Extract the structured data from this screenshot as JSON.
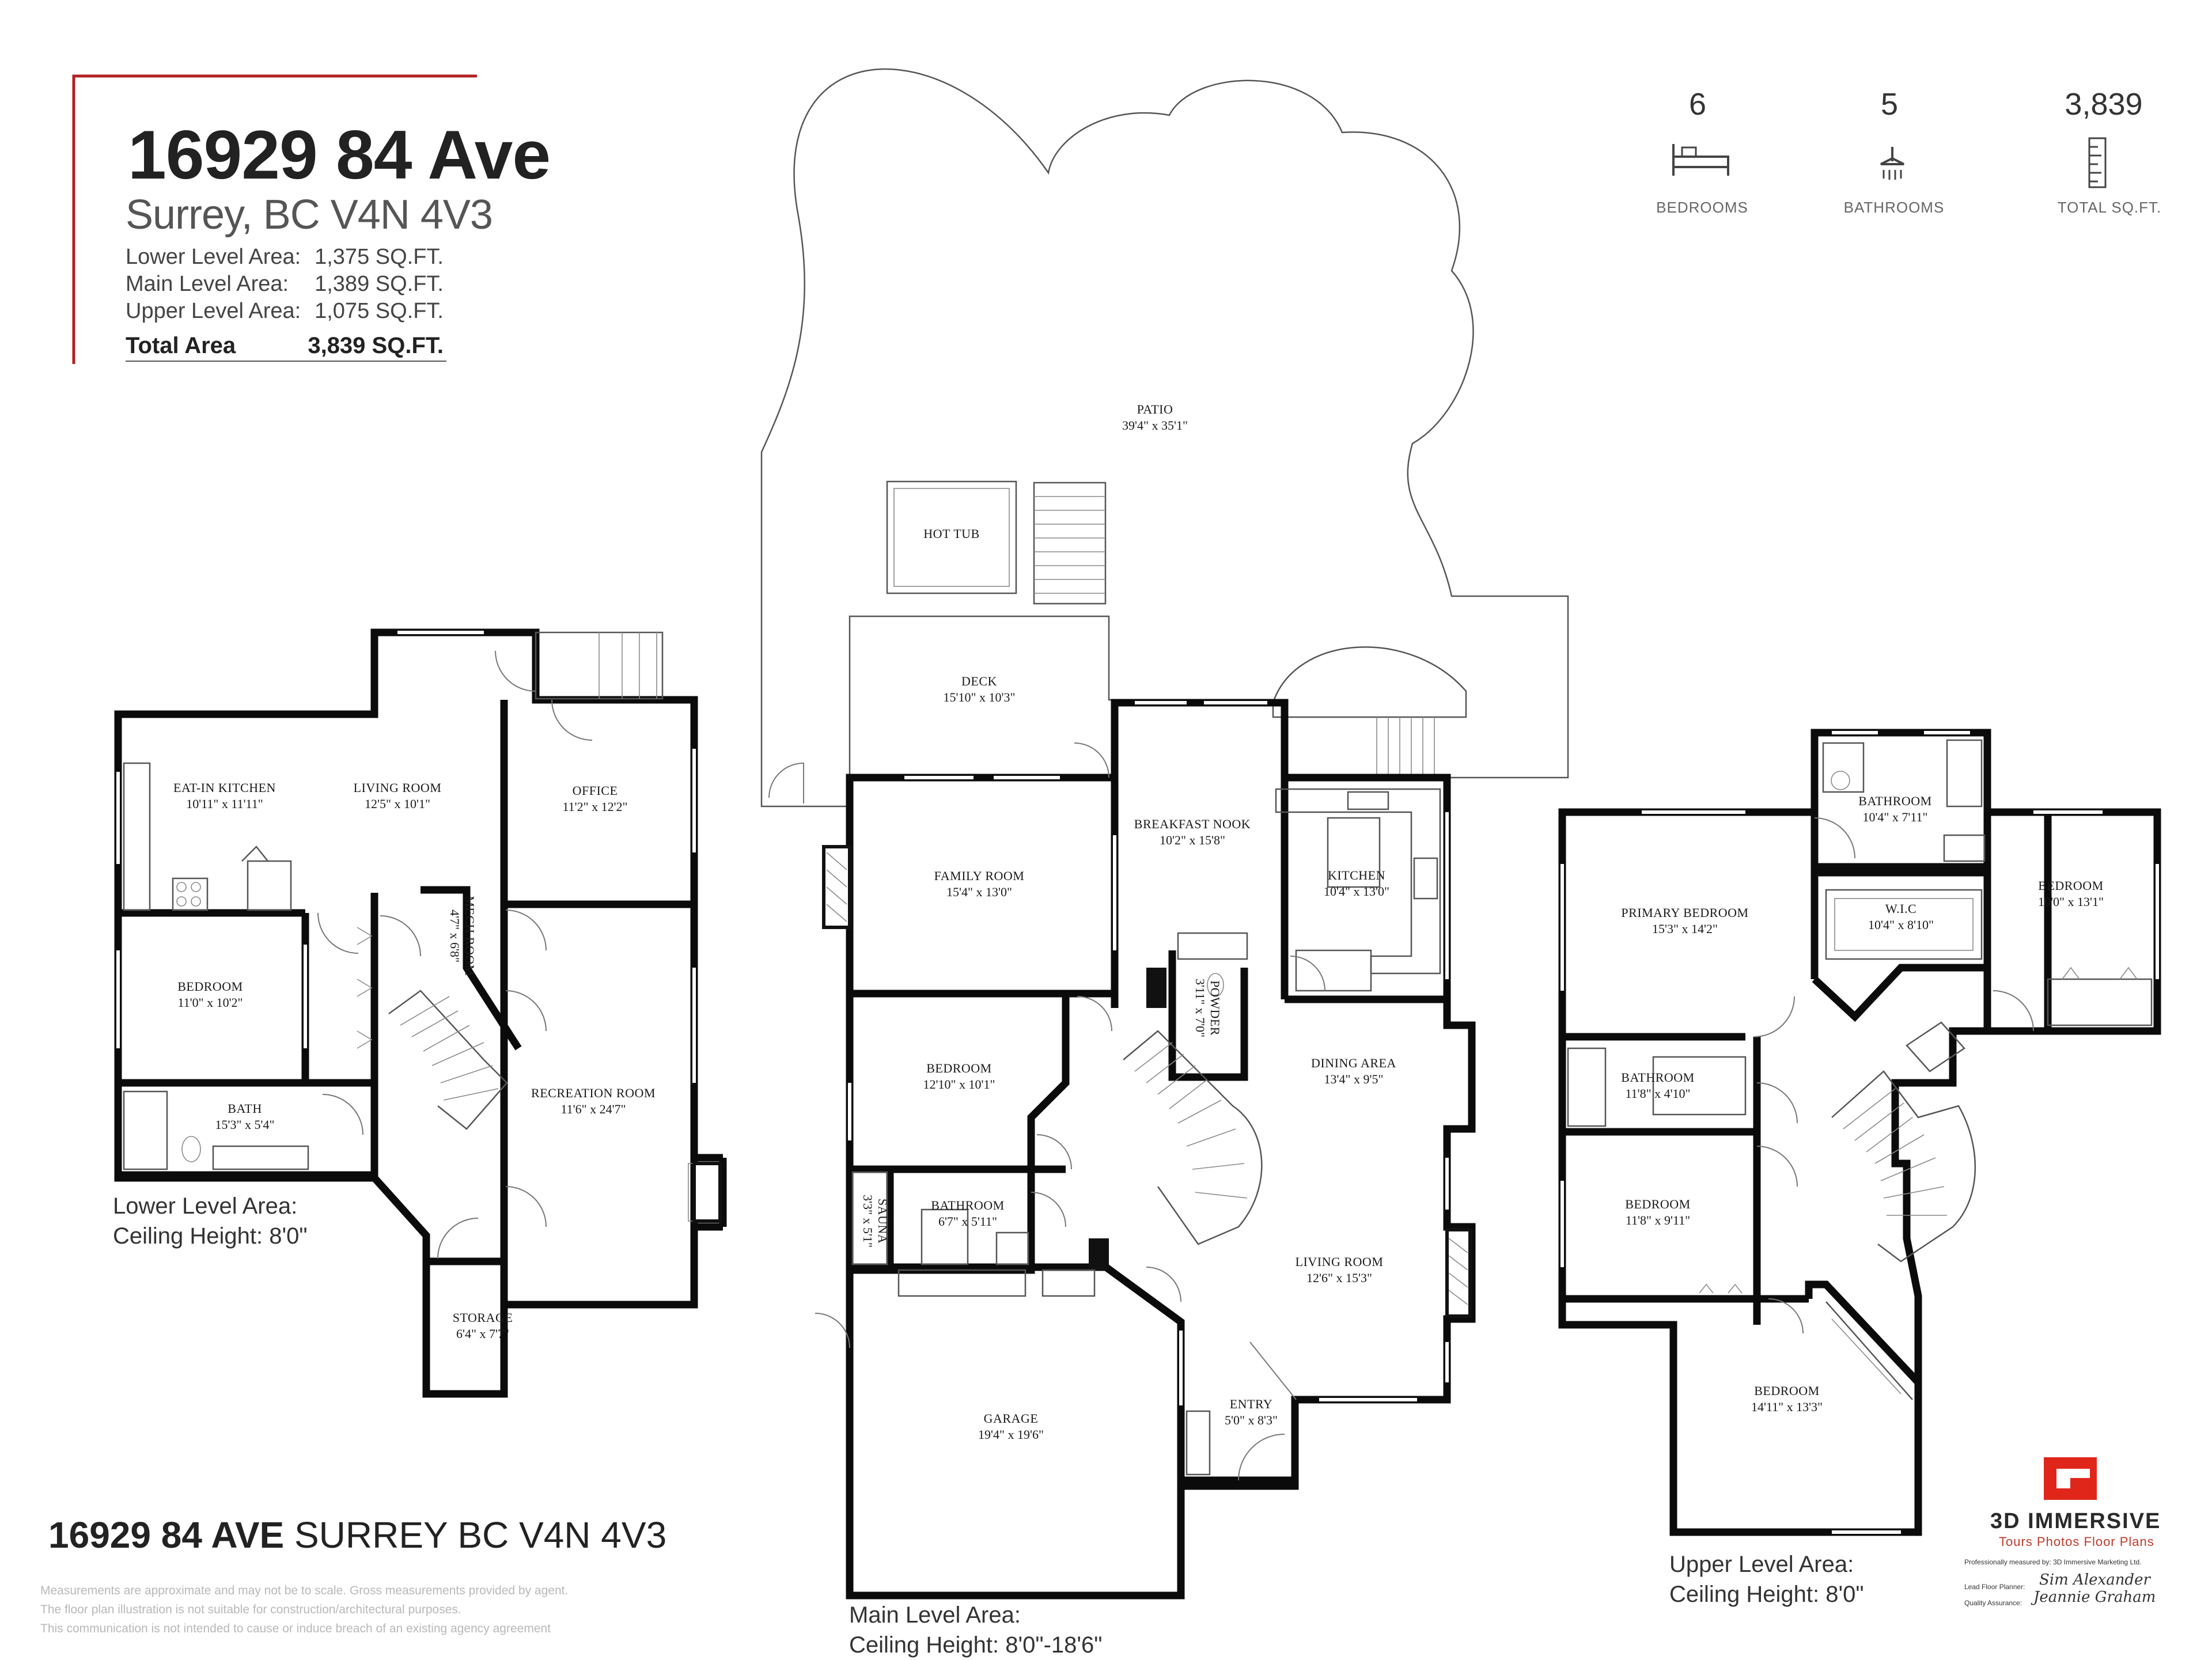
{
  "header": {
    "address": "16929 84 Ave",
    "city": "Surrey, BC V4N 4V3",
    "areas": [
      {
        "label": "Lower Level Area:",
        "value": "1,375 SQ.FT."
      },
      {
        "label": "Main Level Area:",
        "value": "1,389 SQ.FT."
      },
      {
        "label": "Upper Level Area:",
        "value": "1,075 SQ.FT."
      }
    ],
    "total": {
      "label": "Total Area",
      "value": "3,839 SQ.FT."
    },
    "accent_color": "#b22222"
  },
  "stats": [
    {
      "value": "6",
      "label": "BEDROOMS",
      "icon": "bed-icon"
    },
    {
      "value": "5",
      "label": "BATHROOMS",
      "icon": "shower-icon"
    },
    {
      "value": "3,839",
      "label": "TOTAL SQ.FT.",
      "icon": "ruler-icon"
    }
  ],
  "rooms": {
    "patio": {
      "name": "PATIO",
      "dim": "39'4\" x 35'1\""
    },
    "hot_tub": {
      "name": "HOT TUB"
    },
    "deck": {
      "name": "DECK",
      "dim": "15'10\" x 10'3\""
    },
    "eat_in_kitchen": {
      "name": "EAT-IN KITCHEN",
      "dim": "10'11\" x 11'11\""
    },
    "lower_living": {
      "name": "LIVING ROOM",
      "dim": "12'5\" x 10'1\""
    },
    "office": {
      "name": "OFFICE",
      "dim": "11'2\" x 12'2\""
    },
    "lower_bedroom": {
      "name": "BEDROOM",
      "dim": "11'0\" x 10'2\""
    },
    "mech_room": {
      "name": "MECH ROOM",
      "dim": "4'7\" x 6'8\""
    },
    "bath": {
      "name": "BATH",
      "dim": "15'3\" x 5'4\""
    },
    "recreation": {
      "name": "RECREATION ROOM",
      "dim": "11'6\" x 24'7\""
    },
    "storage": {
      "name": "STORAGE",
      "dim": "6'4\" x 7'7\""
    },
    "family": {
      "name": "FAMILY ROOM",
      "dim": "15'4\" x 13'0\""
    },
    "breakfast": {
      "name": "BREAKFAST NOOK",
      "dim": "10'2\" x 15'8\""
    },
    "kitchen": {
      "name": "KITCHEN",
      "dim": "10'4\" x 13'0\""
    },
    "powder": {
      "name": "POWDER",
      "dim": "3'11\" x 7'0\""
    },
    "main_bedroom": {
      "name": "BEDROOM",
      "dim": "12'10\" x 10'1\""
    },
    "dining": {
      "name": "DINING AREA",
      "dim": "13'4\" x 9'5\""
    },
    "sauna": {
      "name": "SAUNA",
      "dim": "3'3\" x 5'1\""
    },
    "main_bathroom": {
      "name": "BATHROOM",
      "dim": "6'7\" x 5'11\""
    },
    "main_living": {
      "name": "LIVING ROOM",
      "dim": "12'6\" x 15'3\""
    },
    "garage": {
      "name": "GARAGE",
      "dim": "19'4\" x 19'6\""
    },
    "entry": {
      "name": "ENTRY",
      "dim": "5'0\" x 8'3\""
    },
    "upper_bathroom_top": {
      "name": "BATHROOM",
      "dim": "10'4\" x 7'11\""
    },
    "primary_bedroom": {
      "name": "PRIMARY BEDROOM",
      "dim": "15'3\" x 14'2\""
    },
    "wic": {
      "name": "W.I.C",
      "dim": "10'4\" x 8'10\""
    },
    "upper_bedroom_right": {
      "name": "BEDROOM",
      "dim": "10'0\" x 13'1\""
    },
    "upper_bathroom_mid": {
      "name": "BATHROOM",
      "dim": "11'8\" x 4'10\""
    },
    "upper_bedroom_left": {
      "name": "BEDROOM",
      "dim": "11'8\" x 9'11\""
    },
    "upper_bedroom_bottom": {
      "name": "BEDROOM",
      "dim": "14'11\" x 13'3\""
    }
  },
  "levels": {
    "lower": {
      "line1": "Lower Level Area:",
      "line2": "Ceiling Height: 8'0\""
    },
    "main": {
      "line1": "Main Level Area:",
      "line2": "Ceiling Height: 8'0\"-18'6\""
    },
    "upper": {
      "line1": "Upper Level Area:",
      "line2": "Ceiling Height: 8'0\""
    }
  },
  "footer": {
    "address_bold": "16929 84 AVE",
    "address_rest": " SURREY BC V4N 4V3",
    "disclaimer": [
      "Measurements are approximate and may not be to scale. Gross measurements provided by agent.",
      "The floor plan illustration is not suitable for construction/architectural purposes.",
      "This communication is not intended to cause or induce breach of an existing agency agreement"
    ]
  },
  "brand": {
    "name": "3D IMMERSIVE",
    "tagline": "Tours  Photos  Floor Plans",
    "credit": "Professionally measured by: 3D Immersive Marketing Ltd.",
    "planner_label": "Lead Floor Planner:",
    "planner_sig": "Sim Alexander",
    "qa_label": "Quality Assurance:",
    "qa_sig": "Jeannie Graham",
    "logo_color": "#e0261b"
  }
}
